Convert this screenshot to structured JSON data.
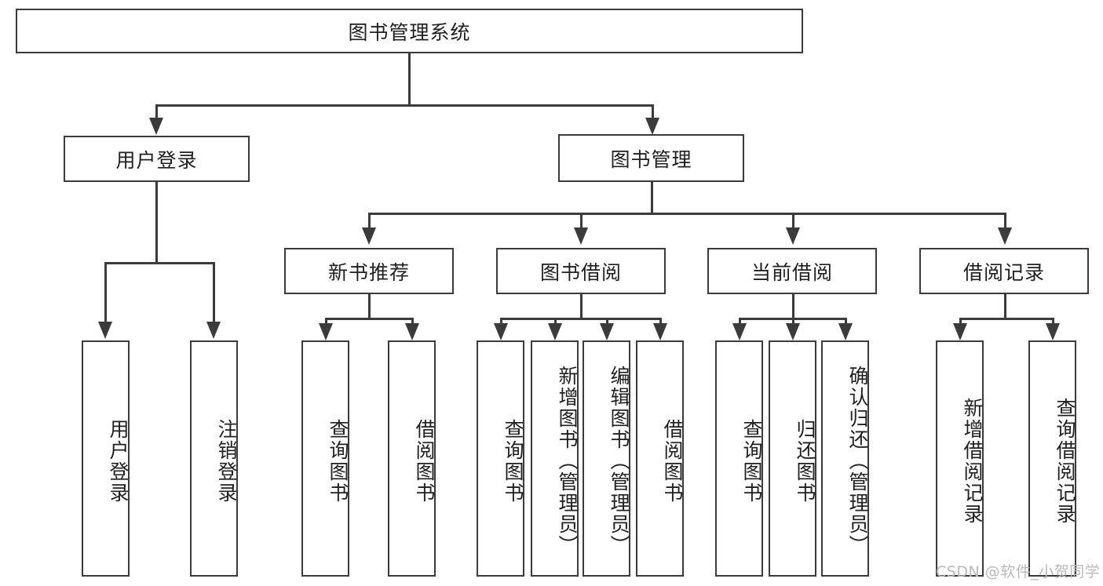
{
  "diagram": {
    "type": "tree-hierarchy-flowchart",
    "title": "图书管理系统",
    "root": {
      "id": "root",
      "label": "图书管理系统",
      "orientation": "horizontal"
    },
    "level1": [
      {
        "id": "user-login",
        "label": "用户登录",
        "orientation": "horizontal"
      },
      {
        "id": "book-management",
        "label": "图书管理",
        "orientation": "horizontal"
      }
    ],
    "level2": [
      {
        "id": "new-book-recommend",
        "label": "新书推荐",
        "orientation": "horizontal",
        "parent": "book-management"
      },
      {
        "id": "book-borrow",
        "label": "图书借阅",
        "orientation": "horizontal",
        "parent": "book-management"
      },
      {
        "id": "current-borrow",
        "label": "当前借阅",
        "orientation": "horizontal",
        "parent": "book-management"
      },
      {
        "id": "borrow-record",
        "label": "借阅记录",
        "orientation": "horizontal",
        "parent": "book-management"
      }
    ],
    "leaves": [
      {
        "id": "leaf-user-login",
        "label": "用户登录",
        "orientation": "vertical",
        "parent": "user-login"
      },
      {
        "id": "leaf-logout-login",
        "label": "注销登录",
        "orientation": "vertical",
        "parent": "user-login"
      },
      {
        "id": "leaf-query-book-1",
        "label": "查询图书",
        "orientation": "vertical",
        "parent": "new-book-recommend"
      },
      {
        "id": "leaf-borrow-book-1",
        "label": "借阅图书",
        "orientation": "vertical",
        "parent": "new-book-recommend"
      },
      {
        "id": "leaf-query-book-2",
        "label": "查询图书",
        "orientation": "vertical",
        "parent": "book-borrow"
      },
      {
        "id": "leaf-add-book",
        "label": "新增图书（管理员）",
        "orientation": "vertical",
        "parent": "book-borrow"
      },
      {
        "id": "leaf-edit-book",
        "label": "编辑图书（管理员）",
        "orientation": "vertical",
        "parent": "book-borrow"
      },
      {
        "id": "leaf-borrow-book-2",
        "label": "借阅图书",
        "orientation": "vertical",
        "parent": "book-borrow"
      },
      {
        "id": "leaf-query-book-3",
        "label": "查询图书",
        "orientation": "vertical",
        "parent": "current-borrow"
      },
      {
        "id": "leaf-return-book",
        "label": "归还图书",
        "orientation": "vertical",
        "parent": "current-borrow"
      },
      {
        "id": "leaf-confirm-return",
        "label": "确认归还（管理员）",
        "orientation": "vertical",
        "parent": "current-borrow"
      },
      {
        "id": "leaf-add-record",
        "label": "新增借阅记录",
        "orientation": "vertical",
        "parent": "borrow-record"
      },
      {
        "id": "leaf-query-record",
        "label": "查询借阅记录",
        "orientation": "vertical",
        "parent": "borrow-record"
      }
    ],
    "colors": {
      "stroke": "#3b3b3b",
      "fill": "#ffffff",
      "text": "#1f1f1f",
      "watermark": "#b9b9b9"
    }
  },
  "watermark": {
    "text": "CSDN @软件_小贺同学"
  }
}
